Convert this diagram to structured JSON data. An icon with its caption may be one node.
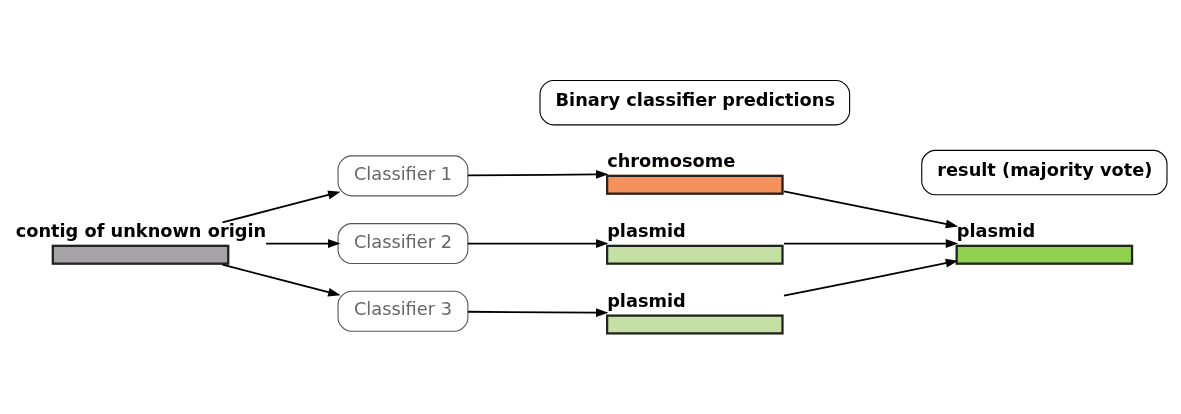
{
  "diagram": {
    "nodes": [
      {
        "text": [
          "Binary classifier predictions"
        ]
      },
      {
        "text": [
          "result (majority vote)"
        ]
      },
      {
        "text": [
          "contig of unknown origin"
        ]
      },
      {
        "text": [
          "Classifier 1"
        ]
      },
      {
        "text": [
          "Classifier 2"
        ]
      },
      {
        "text": [
          "Classifier 3"
        ]
      },
      {
        "text": [
          "chromosome"
        ]
      },
      {
        "text": [
          "plasmid"
        ]
      },
      {
        "text": [
          "plasmid"
        ]
      },
      {
        "text": [
          "plasmid"
        ]
      }
    ],
    "edges": [
      {
        "from": 2,
        "to": 3,
        "arrow": "to"
      },
      {
        "from": 2,
        "to": 4,
        "arrow": "to"
      },
      {
        "from": 2,
        "to": 5,
        "arrow": "to"
      },
      {
        "from": 3,
        "to": 6,
        "arrow": "to"
      },
      {
        "from": 4,
        "to": 7,
        "arrow": "to"
      },
      {
        "from": 5,
        "to": 8,
        "arrow": "to"
      },
      {
        "from": 6,
        "to": 9,
        "arrow": "to"
      },
      {
        "from": 7,
        "to": 9,
        "arrow": "to"
      },
      {
        "from": 8,
        "to": 9,
        "arrow": "to"
      }
    ]
  }
}
